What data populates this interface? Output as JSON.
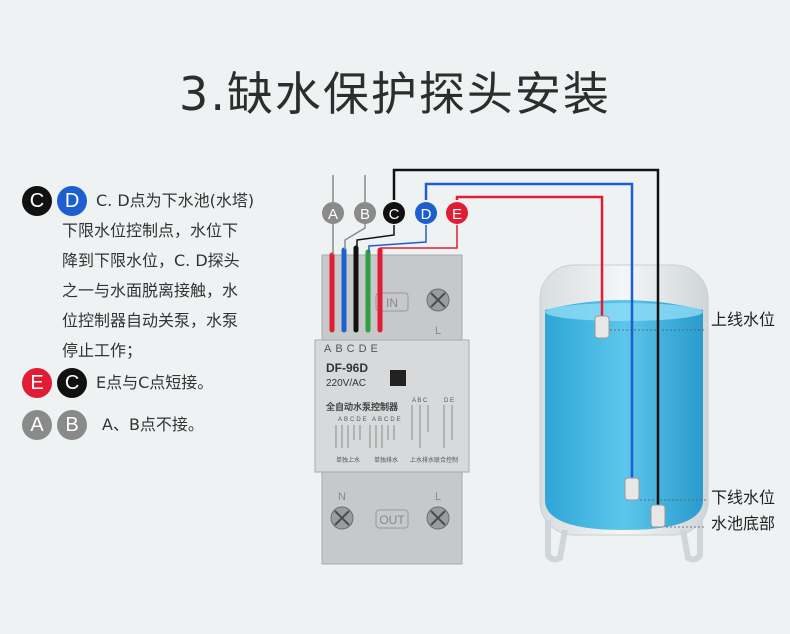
{
  "title": "3.缺水保护探头安装",
  "legend": {
    "row1_badges": [
      "C",
      "D"
    ],
    "row1_lines": [
      "C. D点为下水池(水塔)",
      "下限水位控制点，水位下",
      "降到下限水位，C. D探头",
      "之一与水面脱离接触，水",
      "位控制器自动关泵，水泵",
      "停止工作；"
    ],
    "row2_badges": [
      "E",
      "C"
    ],
    "row2_text": "E点与C点短接。",
    "row3_badges": [
      "A",
      "B"
    ],
    "row3_text": "A、B点不接。"
  },
  "wire_badges": [
    "A",
    "B",
    "C",
    "D",
    "E"
  ],
  "device": {
    "terminal_letters": "ABCDE",
    "model": "DF-96D",
    "voltage": "220V/AC",
    "name": "全自动水泵控制器",
    "in_label": "IN",
    "out_label": "OUT",
    "l_label": "L",
    "n_label": "N",
    "sub_letters_left": "ABCDE",
    "sub_letters_mid": "ABCDE",
    "sub_letters_right_a": "A B C",
    "sub_letters_right_b": "D E",
    "footer_labels": [
      "单独上水",
      "单独排水",
      "上水排水联合控制"
    ]
  },
  "tank_labels": {
    "upper": "上线水位",
    "lower": "下线水位",
    "bottom": "水池底部"
  },
  "colors": {
    "black_wire": "#111111",
    "blue_wire": "#1e5fd0",
    "red_wire": "#e11d35",
    "gray_wire": "#8a8a8a",
    "water": "#3db4e0"
  }
}
